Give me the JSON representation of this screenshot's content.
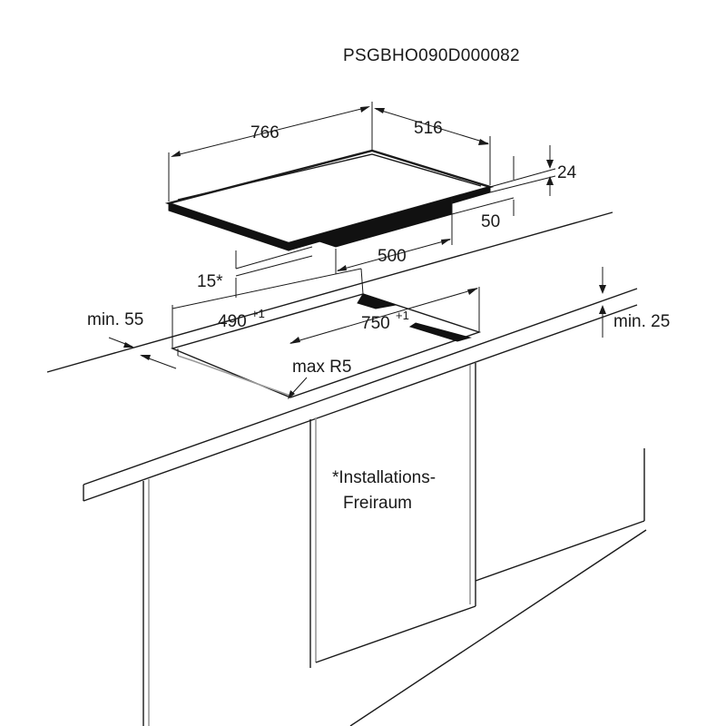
{
  "drawing_code": "PSGBHO090D000082",
  "dimensions": {
    "hob_width": "766",
    "hob_depth": "516",
    "hob_height": "24",
    "under_depth": "50",
    "under_width": "500",
    "clearance": "15*",
    "cutout_depth": "490",
    "cutout_depth_tol": "+1",
    "cutout_width": "750",
    "cutout_width_tol": "+1",
    "min_front": "min. 55",
    "min_worktop": "min. 25",
    "corner_radius": "max R5"
  },
  "note": {
    "line1": "*Installations-",
    "line2": "Freiraum"
  }
}
